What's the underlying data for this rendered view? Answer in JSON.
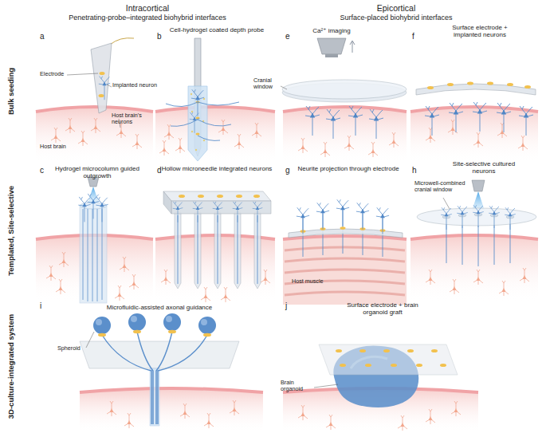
{
  "diagram": {
    "labels": [
      "Intracortical",
      "Penetrating-probe–integrated biohybrid interfaces",
      "Epicortical",
      "Surface-placed biohybrid interfaces",
      "Bulk seeding",
      "a",
      "Electrode",
      "Implanted neuron",
      "Host brain's neurons",
      "Host brain",
      "b",
      "Cell-hydrogel coated depth probe",
      "e",
      "Ca²⁺ imaging",
      "Cranial window",
      "f",
      "Surface electrode + implanted neurons",
      "Templated, Site-selective",
      "c",
      "Hydrogel microcolumn guided outgrowth",
      "d",
      "Hollow microneedle integrated neurons",
      "g",
      "Neurite projection through electrode",
      "Host muscle",
      "h",
      "Site-selective cultured neurons",
      "Microwell-combined cranial window",
      "3D-culture-integrated system",
      "i",
      "Microfluidic-assisted axonal guidance",
      "Spheroid",
      "j",
      "Surface electrode + brain organoid graft",
      "Brain organoid"
    ]
  }
}
